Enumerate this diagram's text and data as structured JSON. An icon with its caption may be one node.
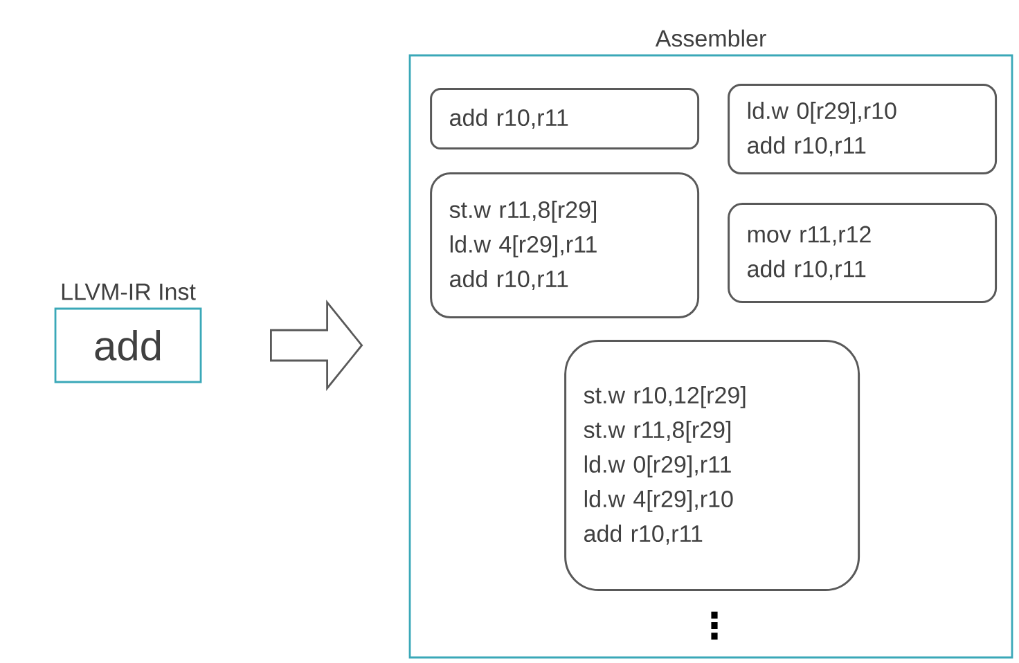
{
  "diagram": {
    "nodes": [
      {
        "text": [
          "LLVM-IR Inst",
          "add"
        ]
      },
      {
        "text": [
          "Assembler"
        ]
      },
      {
        "text": [
          "add r10,r11"
        ],
        "in": 1
      },
      {
        "text": [
          "ld.w 0[r29],r10",
          "add r10,r11"
        ],
        "in": 1
      },
      {
        "text": [
          "st.w r11,8[r29]",
          "ld.w 4[r29],r11",
          "add r10,r11"
        ],
        "in": 1
      },
      {
        "text": [
          "mov r11,r12",
          "add r10,r11"
        ],
        "in": 1
      },
      {
        "text": [
          "st.w r10,12[r29]",
          "st.w r11,8[r29]",
          "ld.w 0[r29],r11",
          "ld.w 4[r29],r10",
          "add r10,r11"
        ],
        "in": 1
      }
    ],
    "edges": [
      {
        "from": 0,
        "to": 1,
        "arrow": "to"
      }
    ],
    "labels": [
      "⋮"
    ]
  }
}
